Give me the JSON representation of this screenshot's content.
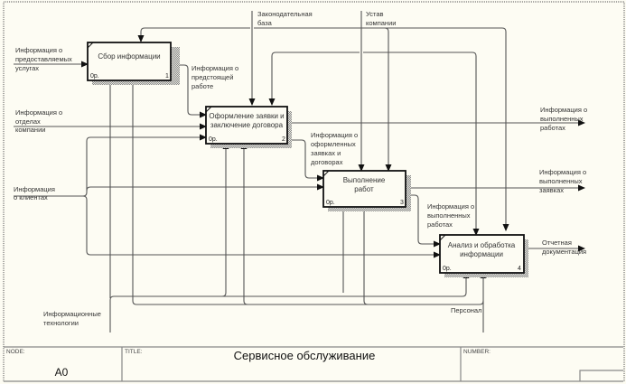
{
  "diagram": {
    "type": "IDEF0",
    "boxes": [
      {
        "id": "1",
        "name": "Сбор информации",
        "lines": [
          "Сбор информации"
        ],
        "cost": "0р.",
        "number": "1"
      },
      {
        "id": "2",
        "name": "Оформление заявки и заключение договора",
        "lines": [
          "Оформление заявки и",
          "заключение договора"
        ],
        "cost": "0р.",
        "number": "2"
      },
      {
        "id": "3",
        "name": "Выполнение работ",
        "lines": [
          "Выполнение",
          "работ"
        ],
        "cost": "0р.",
        "number": "3"
      },
      {
        "id": "4",
        "name": "Анализ и обработка информации",
        "lines": [
          "Анализ и обработка",
          "информации"
        ],
        "cost": "0р.",
        "number": "4"
      }
    ],
    "arrow_labels": {
      "info_services": [
        "Информация о",
        "предоставляемых",
        "услугах"
      ],
      "info_departments": [
        "Информация о",
        "отделах",
        "компании"
      ],
      "info_clients": [
        "Информация",
        "о клиентах"
      ],
      "legal_base": [
        "Законодательная",
        "база"
      ],
      "company_charter": [
        "Устав",
        "компании"
      ],
      "info_upcoming_work": [
        "Информация о",
        "предстоящей",
        "работе"
      ],
      "info_contracts": [
        "Информация о",
        "оформленных",
        "заявках и",
        "договорах"
      ],
      "info_done_works_out": [
        "Информация о",
        "выполненных",
        "работах"
      ],
      "info_done_requests_out": [
        "Информация о",
        "выполненных",
        "заявках"
      ],
      "info_done_works_mid": [
        "Информация о",
        "выполненных",
        "работах"
      ],
      "reporting": [
        "Отчетная",
        "документация"
      ],
      "it": [
        "Информационные",
        "технологии"
      ],
      "staff": [
        "Персонал"
      ]
    }
  },
  "frame": {
    "node_label": "NODE:",
    "node_value": "A0",
    "title_label": "TITLE:",
    "title_value": "Сервисное обслуживание",
    "number_label": "NUMBER:",
    "number_value": ""
  }
}
